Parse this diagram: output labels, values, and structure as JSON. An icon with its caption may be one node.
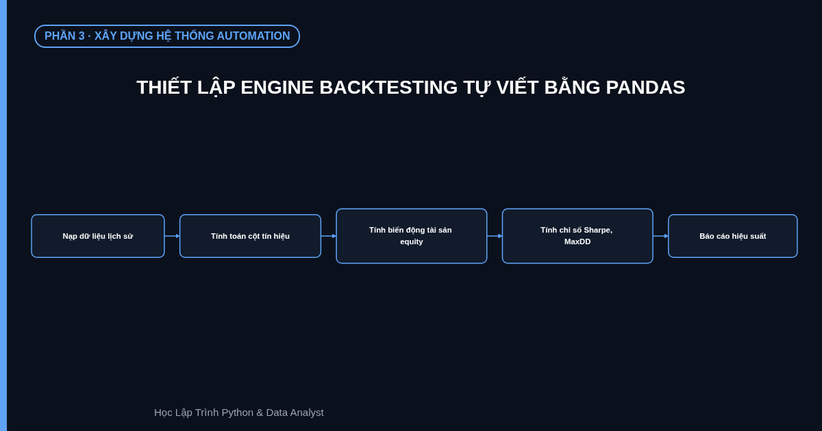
{
  "diagram": {
    "title": "THIẾT LẬP ENGINE BACKTESTING TỰ VIẾT BẰNG PANDAS",
    "nodes": [
      {
        "text": [
          "Nạp dữ liệu lịch sử"
        ]
      },
      {
        "text": [
          "Tính toán cột tín hiệu"
        ]
      },
      {
        "text": [
          "Tính biến động tài sản equity"
        ]
      },
      {
        "text": [
          "Tính chỉ số Sharpe, MaxDD"
        ]
      },
      {
        "text": [
          "Báo cáo hiệu suất"
        ]
      }
    ],
    "edges": [
      {
        "from": 0,
        "to": 1,
        "arrow": "to"
      },
      {
        "from": 1,
        "to": 2,
        "arrow": "to"
      },
      {
        "from": 2,
        "to": 3,
        "arrow": "to"
      },
      {
        "from": 3,
        "to": 4,
        "arrow": "to"
      }
    ],
    "labels": [
      "PHẦN 3 · XÂY DỰNG HỆ THỐNG AUTOMATION",
      "Học Lập Trình Python & Data Analyst"
    ]
  }
}
